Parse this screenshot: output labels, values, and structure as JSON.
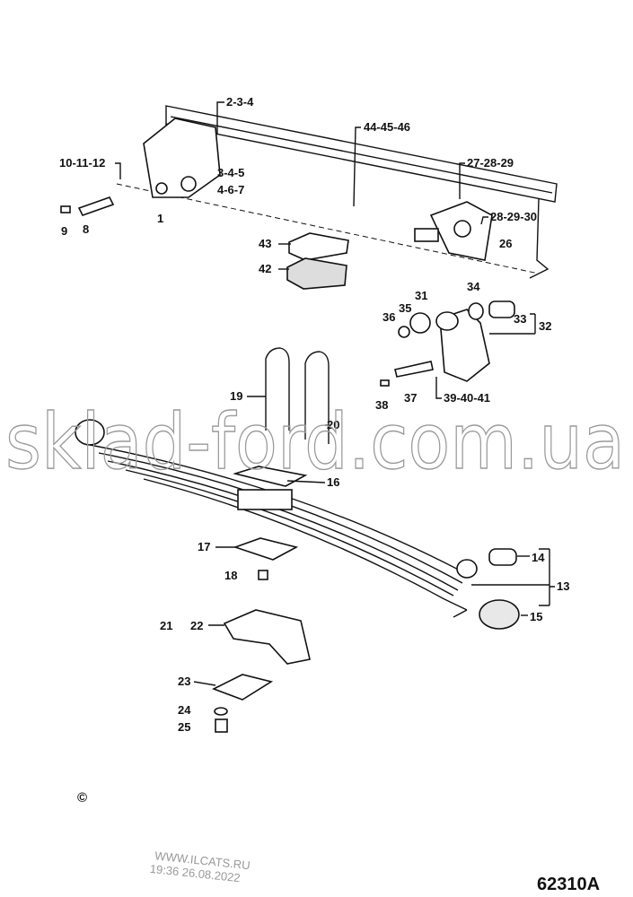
{
  "diagram": {
    "callouts": [
      "2-3-4",
      "10-11-12",
      "3-4-5",
      "4-6-7",
      "1",
      "9",
      "8",
      "44-45-46",
      "27-28-29",
      "28-29-30",
      "26",
      "43",
      "42",
      "34",
      "31",
      "35",
      "36",
      "33",
      "32",
      "19",
      "20",
      "38",
      "37",
      "39-40-41",
      "16",
      "17",
      "14",
      "13",
      "18",
      "15",
      "21",
      "22",
      "23",
      "24",
      "25"
    ],
    "copyright": "©",
    "drawing_code": "62310A",
    "stamp_site": "WWW.ILCATS.RU",
    "stamp_time": "19:36 26.08.2022",
    "watermark": "sklad-ford.com.ua"
  }
}
